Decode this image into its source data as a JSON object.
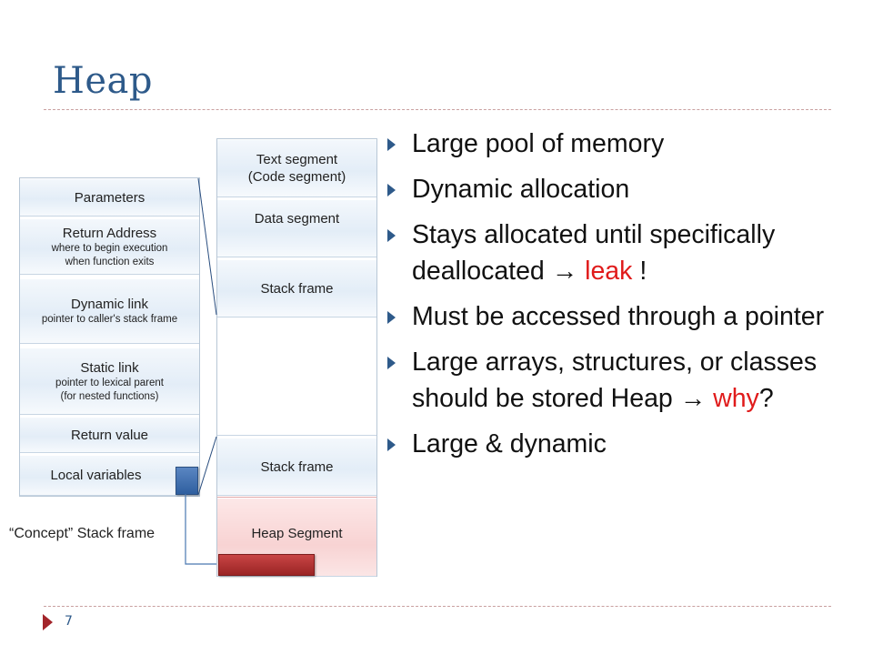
{
  "slide": {
    "title": "Heap",
    "page_number": "7"
  },
  "stack_frame_concept": {
    "caption": "“Concept” Stack frame",
    "cells": [
      {
        "main": "Parameters",
        "sub": ""
      },
      {
        "main": "Return Address",
        "sub": "where to begin execution",
        "sub2": "when function exits"
      },
      {
        "main": "Dynamic link",
        "sub": "pointer to caller's stack frame"
      },
      {
        "main": "Static link",
        "sub": "pointer to lexical parent",
        "sub2": "(for nested functions)"
      },
      {
        "main": "Return value"
      },
      {
        "main": "Local variables"
      }
    ]
  },
  "memory_layout": {
    "cells": [
      {
        "main": "Text segment",
        "sub": "(Code segment)"
      },
      {
        "main": "Data segment"
      },
      {
        "main": "Stack frame"
      },
      {
        "main": ""
      },
      {
        "main": "Stack frame"
      },
      {
        "main": "Heap Segment"
      }
    ]
  },
  "bullets": [
    {
      "text": "Large pool of memory"
    },
    {
      "text": "Dynamic allocation"
    },
    {
      "text_before": "Stays allocated until specifically deallocated ",
      "arrow": "→",
      "highlight": "leak",
      "text_after": " !"
    },
    {
      "text": "Must be accessed through a pointer"
    },
    {
      "text_before": "Large arrays, structures, or classes should be stored Heap ",
      "arrow": "→",
      "highlight": "why",
      "text_after": "?"
    },
    {
      "text": "Large & dynamic"
    }
  ],
  "colors": {
    "title": "#2e5a8a",
    "highlight": "#e01b1b",
    "pointer_box": "#2f5f9f",
    "heap_block": "#9b2424"
  }
}
